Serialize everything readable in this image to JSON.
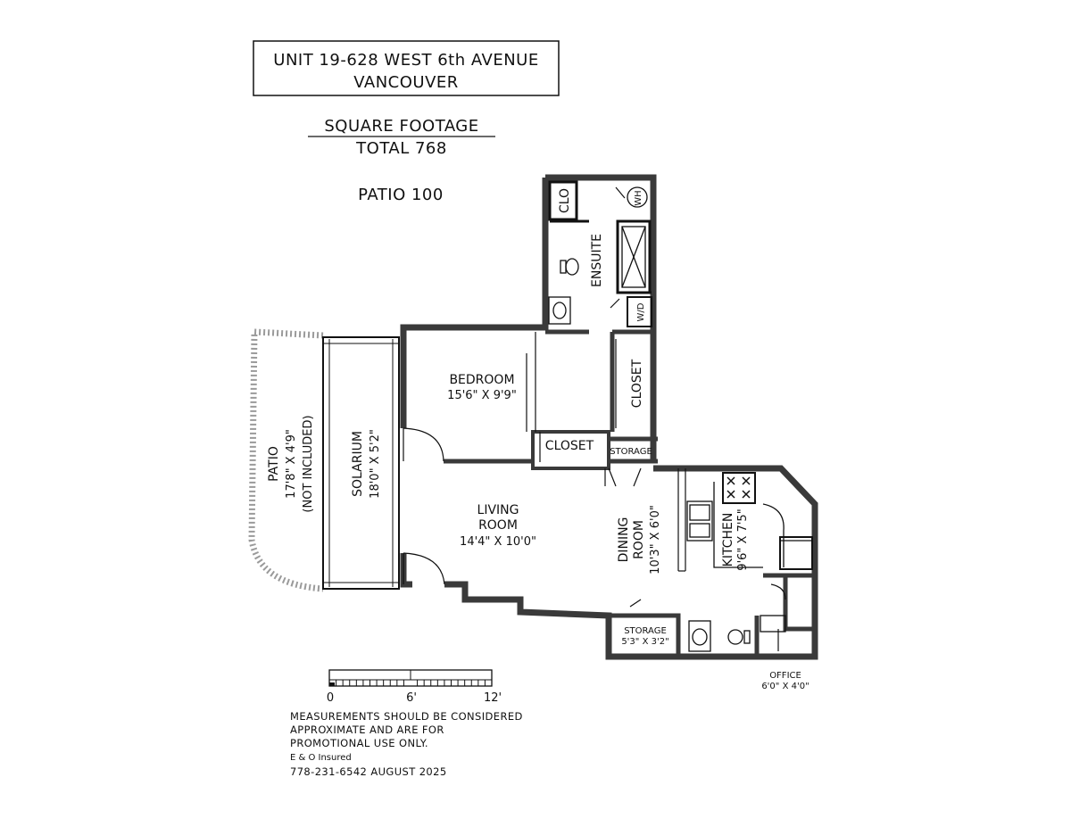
{
  "header": {
    "title_line1": "UNIT 19-628 WEST 6th AVENUE",
    "title_line2": "VANCOUVER",
    "sqft_heading": "SQUARE FOOTAGE",
    "sqft_total": "TOTAL 768",
    "patio_sqft": "PATIO 100"
  },
  "rooms": {
    "clo": "CLO",
    "wh": "WH",
    "ensuite": "ENSUITE",
    "wd": "W/D",
    "bedroom": "BEDROOM",
    "bedroom_dim": "15'6\" X 9'9\"",
    "closet_right": "CLOSET",
    "closet_lower": "CLOSET",
    "storage_small": "STORAGE",
    "patio": "PATIO",
    "patio_dim": "17'8\" X 4'9\"",
    "patio_note": "(NOT INCLUDED)",
    "solarium": "SOLARIUM",
    "solarium_dim": "18'0\" X 5'2\"",
    "living_line1": "LIVING",
    "living_line2": "ROOM",
    "living_dim": "14'4\" X 10'0\"",
    "dining_line1": "DINING",
    "dining_line2": "ROOM",
    "dining_dim": "10'3\" X 6'0\"",
    "kitchen": "KITCHEN",
    "kitchen_dim": "9'6\" X 7'5\"",
    "storage": "STORAGE",
    "storage_dim": "5'3\" X 3'2\"",
    "office": "OFFICE",
    "office_dim": "6'0\" X 4'0\""
  },
  "scale": {
    "tick_0": "0",
    "tick_6": "6'",
    "tick_12": "12'"
  },
  "notes": {
    "line1": "MEASUREMENTS SHOULD BE CONSIDERED",
    "line2": "APPROXIMATE AND ARE FOR",
    "line3": "PROMOTIONAL USE ONLY.",
    "line4": "E & O Insured",
    "line5": "778-231-6542  AUGUST 2025"
  },
  "colors": {
    "wall": "#3a3a3a",
    "line": "#111111",
    "patio_edge": "#9a9a9a"
  }
}
